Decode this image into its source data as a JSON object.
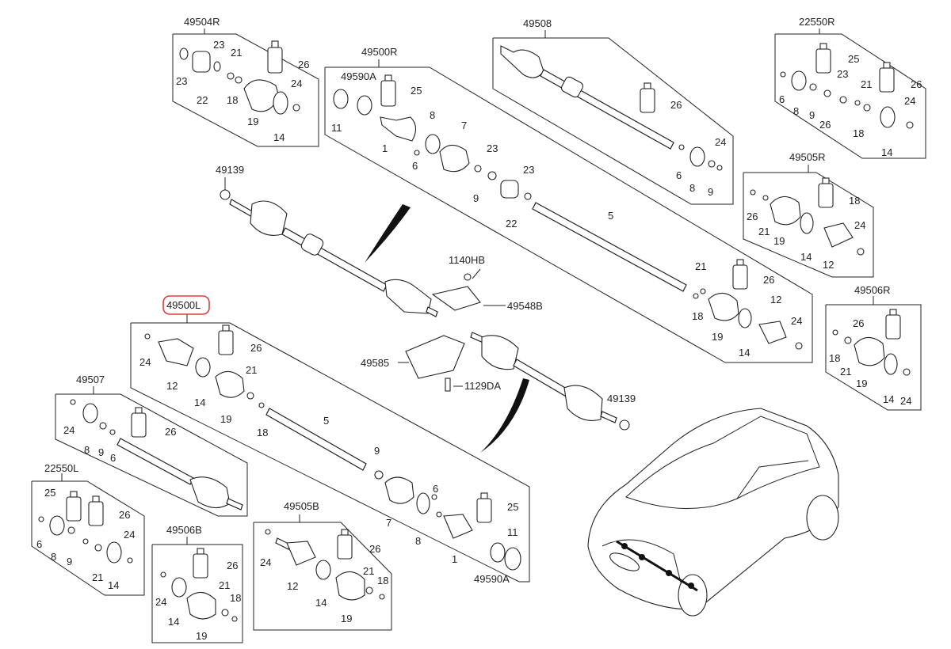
{
  "highlight_color": "#e23b3b",
  "diagram": {
    "assembly_labels": {
      "a49504R": "49504R",
      "a49500R": "49500R",
      "a49508": "49508",
      "a22550R": "22550R",
      "a49505R": "49505R",
      "a49506R": "49506R",
      "a49500L": "49500L",
      "a49507": "49507",
      "a22550L": "22550L",
      "a49506B": "49506B",
      "a49505B": "49505B",
      "a49139_top": "49139",
      "a49139_bot": "49139",
      "a1140HB": "1140HB",
      "a49548B": "49548B",
      "a49585": "49585",
      "a1129DA": "1129DA"
    },
    "part_labels": {
      "b1": [
        "23",
        "23",
        "22",
        "21",
        "18",
        "26",
        "19",
        "24",
        "14"
      ],
      "b2": [
        "49590A",
        "25",
        "11",
        "1",
        "8",
        "7",
        "6",
        "23",
        "9",
        "22",
        "23",
        "5",
        "21",
        "26",
        "18",
        "12",
        "19",
        "14",
        "24"
      ],
      "b3": [
        "26",
        "6",
        "8",
        "9",
        "24"
      ],
      "b4": [
        "25",
        "26",
        "6",
        "8",
        "9",
        "23",
        "21",
        "18",
        "26",
        "24",
        "14"
      ],
      "b5": [
        "18",
        "26",
        "21",
        "19",
        "14",
        "24",
        "12"
      ],
      "b6": [
        "26",
        "18",
        "21",
        "19",
        "14",
        "24"
      ],
      "b7": [
        "24",
        "26",
        "12",
        "14",
        "21",
        "19",
        "18",
        "5",
        "9",
        "7",
        "6",
        "8",
        "25",
        "1",
        "11",
        "49590A"
      ],
      "b8": [
        "24",
        "26",
        "8",
        "9",
        "6"
      ],
      "b9": [
        "25",
        "26",
        "6",
        "8",
        "9",
        "21",
        "24",
        "14"
      ],
      "b10": [
        "26",
        "24",
        "21",
        "18",
        "14",
        "19"
      ],
      "b11": [
        "26",
        "24",
        "12",
        "14",
        "21",
        "18",
        "19"
      ]
    }
  }
}
